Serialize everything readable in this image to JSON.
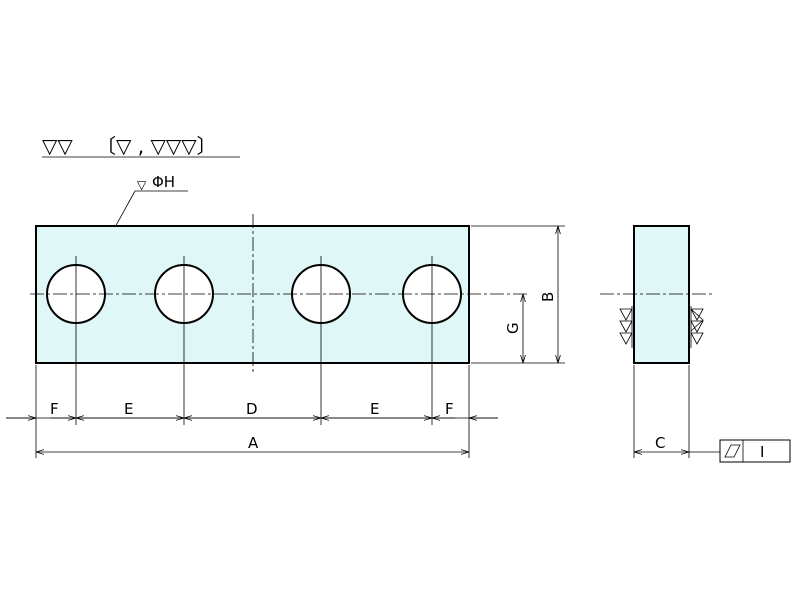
{
  "surface_finish": {
    "symbol_main": "▽▽",
    "bracket_text": "〔▽ , ▽▽▽〕",
    "hole_symbol": "▽",
    "hole_label": "ΦH"
  },
  "dimensions": {
    "A": "A",
    "B": "B",
    "C": "C",
    "D": "D",
    "E": "E",
    "F": "F",
    "G": "G"
  },
  "tolerance_frame": {
    "symbol": "flatness-icon",
    "value": "I"
  },
  "colors": {
    "part_fill": "#e0f7f7",
    "line": "#000000"
  }
}
